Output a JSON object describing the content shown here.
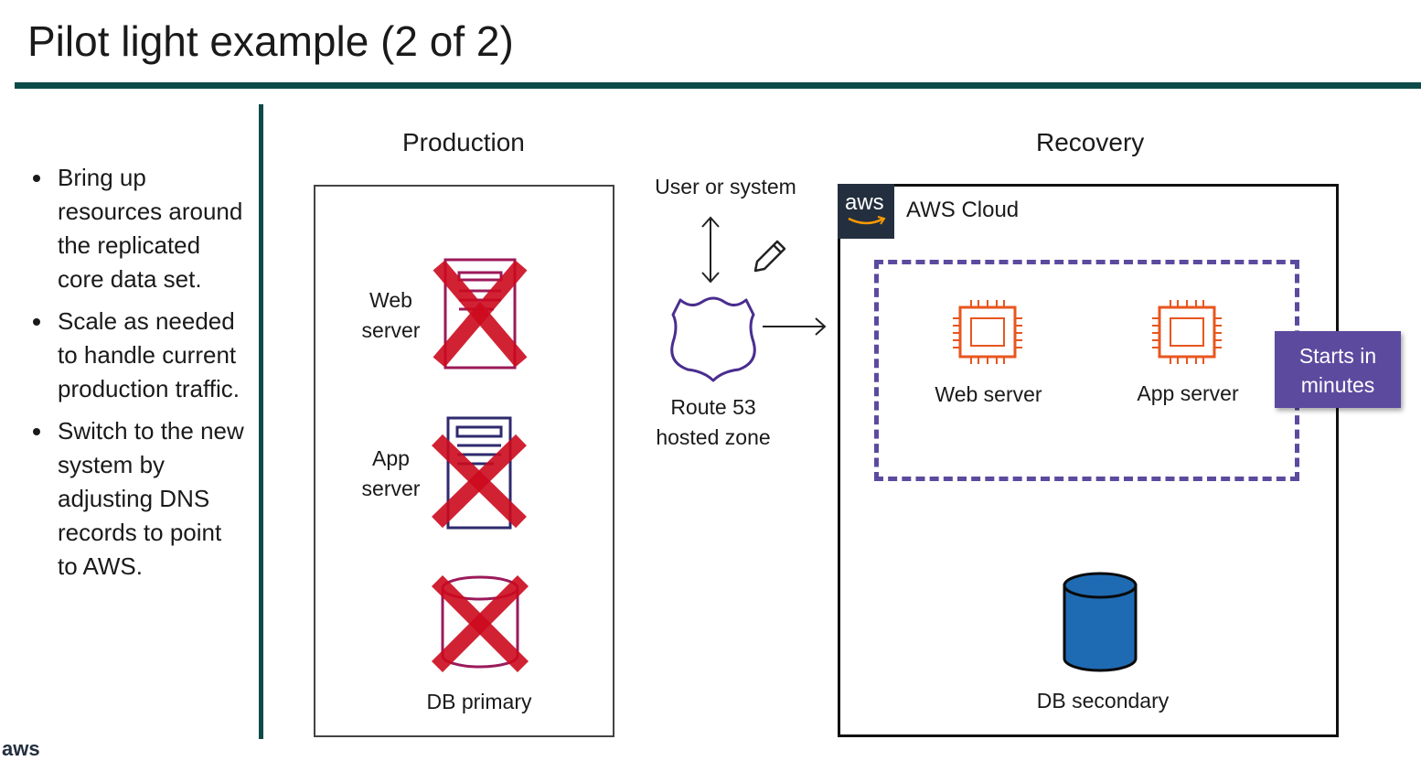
{
  "title": "Pilot light example (2 of 2)",
  "bullets": [
    "Bring up resources around the replicated core data set.",
    "Scale as needed to handle current production traffic.",
    "Switch to the new system by adjusting DNS records to point to AWS."
  ],
  "production": {
    "heading": "Production",
    "web_server": "Web server",
    "app_server": "App server",
    "db_primary": "DB primary"
  },
  "middle": {
    "user_or_system": "User or system",
    "route53": "Route 53 hosted zone"
  },
  "recovery": {
    "heading": "Recovery",
    "aws_badge": "aws",
    "cloud_label": "AWS Cloud",
    "web_server": "Web server",
    "app_server": "App server",
    "starts_in_minutes": "Starts in minutes",
    "db_secondary": "DB secondary"
  },
  "footer_logo": "aws",
  "colors": {
    "rule": "#0d4a4a",
    "x_mark": "#cc0a1e",
    "web_server_outline": "#9b1a5a",
    "app_server_outline": "#2e2a6e",
    "ec2_orange": "#e8561e",
    "dashed_purple": "#5b4a9e",
    "callout": "#5b4a9e",
    "db_blue": "#1f6bb3"
  },
  "icons": [
    "server-icon",
    "x-mark-icon",
    "database-icon",
    "route53-shield-icon",
    "pencil-icon",
    "ec2-chip-icon",
    "aws-logo-icon"
  ]
}
